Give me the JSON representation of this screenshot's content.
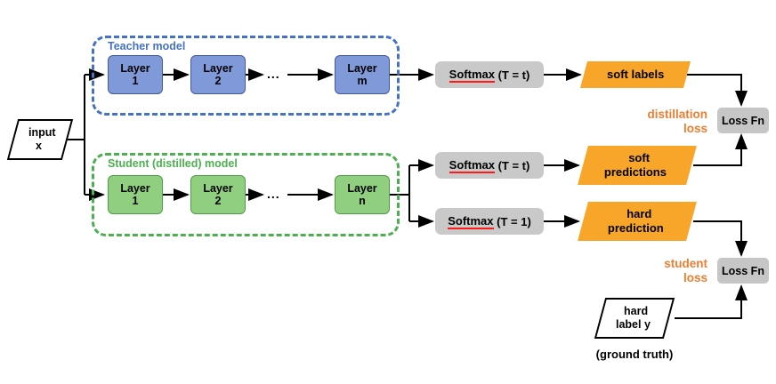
{
  "colors": {
    "teacher_border": "#4472c4",
    "teacher_fill": "#8099d8",
    "student_border": "#4caf50",
    "student_fill": "#90cf7f",
    "softmax_fill": "#c9c9c9",
    "loss_fn_fill": "#c6c6c6",
    "orange_fill": "#f8a62a",
    "orange_text": "#ed7d31",
    "softmax_underline": "#ff1a1a"
  },
  "input_node": {
    "line1": "input",
    "line2": "x"
  },
  "teacher": {
    "label": "Teacher model",
    "layer1": {
      "line1": "Layer",
      "line2": "1"
    },
    "layer2": {
      "line1": "Layer",
      "line2": "2"
    },
    "dots": "...",
    "layer_last": {
      "line1": "Layer",
      "line2": "m"
    }
  },
  "student": {
    "label": "Student (distilled) model",
    "layer1": {
      "line1": "Layer",
      "line2": "1"
    },
    "layer2": {
      "line1": "Layer",
      "line2": "2"
    },
    "dots": "...",
    "layer_last": {
      "line1": "Layer",
      "line2": "n"
    }
  },
  "softmax": {
    "teacher": {
      "word": "Softmax",
      "suffix": " (T = t)"
    },
    "student_soft": {
      "word": "Softmax",
      "suffix": " (T = t)"
    },
    "student_hard": {
      "word": "Softmax",
      "suffix": " (T = 1)"
    }
  },
  "outputs": {
    "soft_labels": "soft labels",
    "soft_predictions": {
      "line1": "soft",
      "line2": "predictions"
    },
    "hard_prediction": {
      "line1": "hard",
      "line2": "prediction"
    }
  },
  "loss": {
    "distillation": {
      "line1": "distillation",
      "line2": "loss"
    },
    "student": {
      "line1": "student",
      "line2": "loss"
    },
    "fn_label_top": "Loss Fn",
    "fn_label_bottom": "Loss Fn"
  },
  "ground_truth": {
    "line1": "hard",
    "line2": "label y",
    "caption": "(ground truth)"
  }
}
